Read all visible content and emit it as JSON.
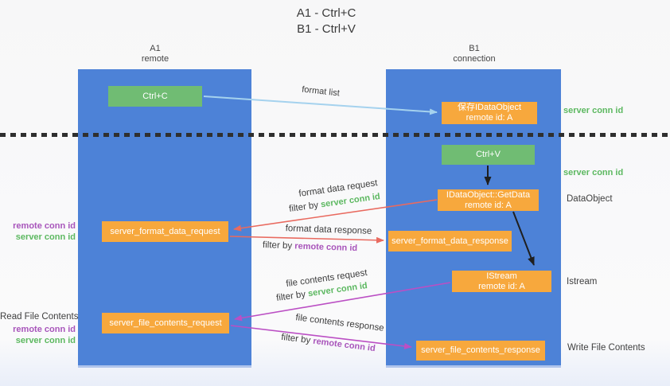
{
  "title": {
    "line1": "A1 - Ctrl+C",
    "line2": "B1 - Ctrl+V"
  },
  "lifelines": {
    "left": {
      "name": "A1",
      "role": "remote"
    },
    "right": {
      "name": "B1",
      "role": "connection"
    }
  },
  "nodes": {
    "ctrl_c": {
      "label": "Ctrl+C"
    },
    "ctrl_v": {
      "label": "Ctrl+V"
    },
    "save_idataobject": {
      "line1": "保存IDataObject",
      "line2": "remote id: A"
    },
    "getdata": {
      "line1": "IDataObject::GetData",
      "line2": "remote id: A"
    },
    "istream": {
      "line1": "IStream",
      "line2": "remote id: A"
    },
    "format_request": {
      "label": "server_format_data_request"
    },
    "format_response": {
      "label": "server_format_data_response"
    },
    "file_request": {
      "label": "server_file_contents_request"
    },
    "file_response": {
      "label": "server_file_contents_response"
    }
  },
  "arrows": {
    "format_list": {
      "label": "format list"
    },
    "format_data_request": {
      "label": "format data request",
      "filter_prefix": "filter by ",
      "filter_key": "server conn id"
    },
    "format_data_response": {
      "label": "format data response",
      "filter_prefix": "filter by ",
      "filter_key": "remote conn id"
    },
    "file_contents_request": {
      "label": "file contents request",
      "filter_prefix": "filter by ",
      "filter_key": "server conn id"
    },
    "file_contents_response": {
      "label": "file contents response",
      "filter_prefix": "filter by ",
      "filter_key": "remote conn id"
    }
  },
  "side_labels": {
    "right_server_conn_id_top": "server conn id",
    "right_server_conn_id_mid": "server conn id",
    "right_dataobject": "DataObject",
    "right_istream": "Istream",
    "right_write_file_contents": "Write File Contents",
    "left_remote_conn_id_top": "remote conn id",
    "left_server_conn_id_top": "server conn id",
    "left_read_file_contents": "Read File Contents",
    "left_remote_conn_id_bottom": "remote conn id",
    "left_server_conn_id_bottom": "server conn id"
  },
  "colors": {
    "lifeline_blue": "#4d82d7",
    "node_green": "#70bc73",
    "node_orange": "#f7a83d",
    "arrow_light_blue": "#a5d2ee",
    "arrow_red": "#e96a5f",
    "arrow_magenta": "#bb4fc4",
    "arrow_black": "#1f1f1f",
    "conn_id_green": "#5cb860",
    "conn_id_purple": "#a855bb",
    "text_dark": "#3d3d3d"
  }
}
